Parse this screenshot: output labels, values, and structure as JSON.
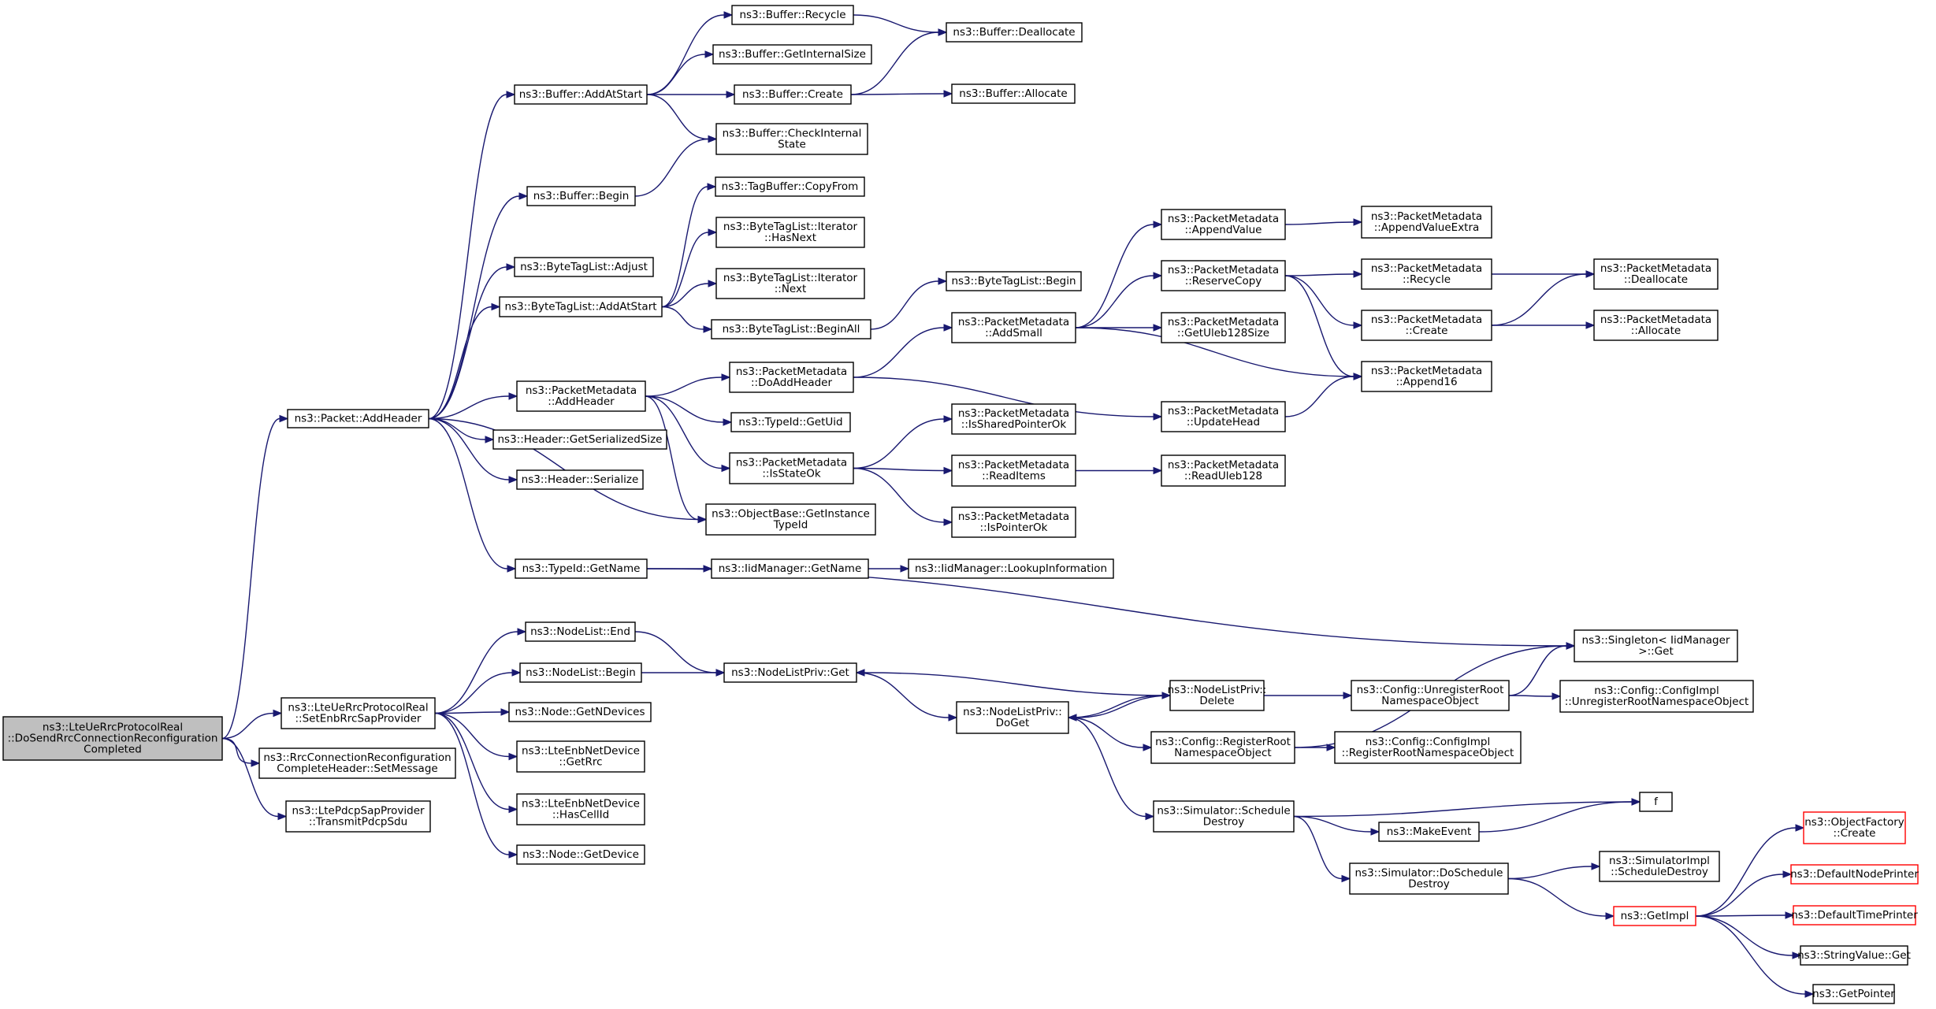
{
  "diagram": {
    "type": "call-graph",
    "colors": {
      "edge": "#191970",
      "root_fill": "#bfbfbf",
      "node_border": "#000000",
      "truncated_border": "#ff0000"
    },
    "nodes": [
      {
        "id": "root",
        "lines": [
          "ns3::LteUeRrcProtocolReal",
          "::DoSendRrcConnectionReconfiguration",
          "Completed"
        ],
        "root": true
      },
      {
        "id": "pkt_addheader",
        "lines": [
          "ns3::Packet::AddHeader"
        ]
      },
      {
        "id": "set_enb",
        "lines": [
          "ns3::LteUeRrcProtocolReal",
          "::SetEnbRrcSapProvider"
        ]
      },
      {
        "id": "rrc_setmsg",
        "lines": [
          "ns3::RrcConnectionReconfiguration",
          "CompleteHeader::SetMessage"
        ]
      },
      {
        "id": "pdcp_transmit",
        "lines": [
          "ns3::LtePdcpSapProvider",
          "::TransmitPdcpSdu"
        ]
      },
      {
        "id": "buf_addatstart",
        "lines": [
          "ns3::Buffer::AddAtStart"
        ]
      },
      {
        "id": "buf_begin",
        "lines": [
          "ns3::Buffer::Begin"
        ]
      },
      {
        "id": "btl_adjust",
        "lines": [
          "ns3::ByteTagList::Adjust"
        ]
      },
      {
        "id": "btl_addatstart",
        "lines": [
          "ns3::ByteTagList::AddAtStart"
        ]
      },
      {
        "id": "pm_addheader",
        "lines": [
          "ns3::PacketMetadata",
          "::AddHeader"
        ]
      },
      {
        "id": "hdr_getsize",
        "lines": [
          "ns3::Header::GetSerializedSize"
        ]
      },
      {
        "id": "hdr_serialize",
        "lines": [
          "ns3::Header::Serialize"
        ]
      },
      {
        "id": "ob_gettypeid",
        "lines": [
          "ns3::ObjectBase::GetInstance",
          "TypeId"
        ]
      },
      {
        "id": "typeid_getname",
        "lines": [
          "ns3::TypeId::GetName"
        ]
      },
      {
        "id": "buf_recycle",
        "lines": [
          "ns3::Buffer::Recycle"
        ]
      },
      {
        "id": "buf_getinternalsize",
        "lines": [
          "ns3::Buffer::GetInternalSize"
        ]
      },
      {
        "id": "buf_create",
        "lines": [
          "ns3::Buffer::Create"
        ]
      },
      {
        "id": "buf_checkinternal",
        "lines": [
          "ns3::Buffer::CheckInternal",
          "State"
        ]
      },
      {
        "id": "buf_deallocate",
        "lines": [
          "ns3::Buffer::Deallocate"
        ]
      },
      {
        "id": "buf_allocate",
        "lines": [
          "ns3::Buffer::Allocate"
        ]
      },
      {
        "id": "tagbuf_copyfrom",
        "lines": [
          "ns3::TagBuffer::CopyFrom"
        ]
      },
      {
        "id": "btl_it_hasnext",
        "lines": [
          "ns3::ByteTagList::Iterator",
          "::HasNext"
        ]
      },
      {
        "id": "btl_it_next",
        "lines": [
          "ns3::ByteTagList::Iterator",
          "::Next"
        ]
      },
      {
        "id": "btl_beginall",
        "lines": [
          "ns3::ByteTagList::BeginAll"
        ]
      },
      {
        "id": "btl_begin",
        "lines": [
          "ns3::ByteTagList::Begin"
        ]
      },
      {
        "id": "pm_doaddheader",
        "lines": [
          "ns3::PacketMetadata",
          "::DoAddHeader"
        ]
      },
      {
        "id": "typeid_getuid",
        "lines": [
          "ns3::TypeId::GetUid"
        ]
      },
      {
        "id": "pm_isstateok",
        "lines": [
          "ns3::PacketMetadata",
          "::IsStateOk"
        ]
      },
      {
        "id": "pm_addsmall",
        "lines": [
          "ns3::PacketMetadata",
          "::AddSmall"
        ]
      },
      {
        "id": "pm_updatehead",
        "lines": [
          "ns3::PacketMetadata",
          "::UpdateHead"
        ]
      },
      {
        "id": "pm_appendvalue",
        "lines": [
          "ns3::PacketMetadata",
          "::AppendValue"
        ]
      },
      {
        "id": "pm_reservecopy",
        "lines": [
          "ns3::PacketMetadata",
          "::ReserveCopy"
        ]
      },
      {
        "id": "pm_getuleb128size",
        "lines": [
          "ns3::PacketMetadata",
          "::GetUleb128Size"
        ]
      },
      {
        "id": "pm_appendvalueextra",
        "lines": [
          "ns3::PacketMetadata",
          "::AppendValueExtra"
        ]
      },
      {
        "id": "pm_recycle",
        "lines": [
          "ns3::PacketMetadata",
          "::Recycle"
        ]
      },
      {
        "id": "pm_create",
        "lines": [
          "ns3::PacketMetadata",
          "::Create"
        ]
      },
      {
        "id": "pm_append16",
        "lines": [
          "ns3::PacketMetadata",
          "::Append16"
        ]
      },
      {
        "id": "pm_deallocate",
        "lines": [
          "ns3::PacketMetadata",
          "::Deallocate"
        ]
      },
      {
        "id": "pm_allocate",
        "lines": [
          "ns3::PacketMetadata",
          "::Allocate"
        ]
      },
      {
        "id": "pm_issharedpointerok",
        "lines": [
          "ns3::PacketMetadata",
          "::IsSharedPointerOk"
        ]
      },
      {
        "id": "pm_readitems",
        "lines": [
          "ns3::PacketMetadata",
          "::ReadItems"
        ]
      },
      {
        "id": "pm_ispointerok",
        "lines": [
          "ns3::PacketMetadata",
          "::IsPointerOk"
        ]
      },
      {
        "id": "pm_readuleb128",
        "lines": [
          "ns3::PacketMetadata",
          "::ReadUleb128"
        ]
      },
      {
        "id": "iid_getname",
        "lines": [
          "ns3::IidManager::GetName"
        ]
      },
      {
        "id": "iid_lookup",
        "lines": [
          "ns3::IidManager::LookupInformation"
        ]
      },
      {
        "id": "singleton_get",
        "lines": [
          "ns3::Singleton< IidManager",
          " >::Get"
        ]
      },
      {
        "id": "nodelist_end",
        "lines": [
          "ns3::NodeList::End"
        ]
      },
      {
        "id": "nodelist_begin",
        "lines": [
          "ns3::NodeList::Begin"
        ]
      },
      {
        "id": "node_getndevices",
        "lines": [
          "ns3::Node::GetNDevices"
        ]
      },
      {
        "id": "enbnet_getrrc",
        "lines": [
          "ns3::LteEnbNetDevice",
          "::GetRrc"
        ]
      },
      {
        "id": "enbnet_hascellid",
        "lines": [
          "ns3::LteEnbNetDevice",
          "::HasCellId"
        ]
      },
      {
        "id": "node_getdevice",
        "lines": [
          "ns3::Node::GetDevice"
        ]
      },
      {
        "id": "nlp_get",
        "lines": [
          "ns3::NodeListPriv::Get"
        ]
      },
      {
        "id": "nlp_doget",
        "lines": [
          "ns3::NodeListPriv::",
          "DoGet"
        ]
      },
      {
        "id": "nlp_delete",
        "lines": [
          "ns3::NodeListPriv::",
          "Delete"
        ]
      },
      {
        "id": "cfg_registerroot",
        "lines": [
          "ns3::Config::RegisterRoot",
          "NamespaceObject"
        ]
      },
      {
        "id": "cfg_unregisterroot",
        "lines": [
          "ns3::Config::UnregisterRoot",
          "NamespaceObject"
        ]
      },
      {
        "id": "cfgimpl_unregister",
        "lines": [
          "ns3::Config::ConfigImpl",
          "::UnregisterRootNamespaceObject"
        ]
      },
      {
        "id": "cfgimpl_register",
        "lines": [
          "ns3::Config::ConfigImpl",
          "::RegisterRootNamespaceObject"
        ]
      },
      {
        "id": "sim_scheduledestroy",
        "lines": [
          "ns3::Simulator::Schedule",
          "Destroy"
        ]
      },
      {
        "id": "makeevent",
        "lines": [
          "ns3::MakeEvent"
        ]
      },
      {
        "id": "f",
        "lines": [
          "f"
        ]
      },
      {
        "id": "sim_doscheduledestroy",
        "lines": [
          "ns3::Simulator::DoSchedule",
          "Destroy"
        ]
      },
      {
        "id": "simimpl_scheduledestroy",
        "lines": [
          "ns3::SimulatorImpl",
          "::ScheduleDestroy"
        ]
      },
      {
        "id": "getimpl",
        "lines": [
          "ns3::GetImpl"
        ],
        "truncated": true
      },
      {
        "id": "objfactory_create",
        "lines": [
          "ns3::ObjectFactory",
          "::Create"
        ],
        "truncated": true
      },
      {
        "id": "defaultnodeprinter",
        "lines": [
          "ns3::DefaultNodePrinter"
        ],
        "truncated": true
      },
      {
        "id": "defaulttimeprinter",
        "lines": [
          "ns3::DefaultTimePrinter"
        ],
        "truncated": true
      },
      {
        "id": "stringvalue_get",
        "lines": [
          "ns3::StringValue::Get"
        ]
      },
      {
        "id": "getpointer",
        "lines": [
          "ns3::GetPointer"
        ]
      }
    ],
    "edges": [
      [
        "root",
        "pkt_addheader"
      ],
      [
        "root",
        "set_enb"
      ],
      [
        "root",
        "rrc_setmsg"
      ],
      [
        "root",
        "pdcp_transmit"
      ],
      [
        "pkt_addheader",
        "buf_addatstart"
      ],
      [
        "pkt_addheader",
        "buf_begin"
      ],
      [
        "pkt_addheader",
        "btl_adjust"
      ],
      [
        "pkt_addheader",
        "btl_addatstart"
      ],
      [
        "pkt_addheader",
        "pm_addheader"
      ],
      [
        "pkt_addheader",
        "hdr_getsize"
      ],
      [
        "pkt_addheader",
        "hdr_serialize"
      ],
      [
        "pkt_addheader",
        "ob_gettypeid"
      ],
      [
        "pkt_addheader",
        "typeid_getname"
      ],
      [
        "buf_addatstart",
        "buf_recycle"
      ],
      [
        "buf_addatstart",
        "buf_getinternalsize"
      ],
      [
        "buf_addatstart",
        "buf_create"
      ],
      [
        "buf_addatstart",
        "buf_checkinternal"
      ],
      [
        "buf_recycle",
        "buf_deallocate"
      ],
      [
        "buf_create",
        "buf_deallocate"
      ],
      [
        "buf_create",
        "buf_allocate"
      ],
      [
        "buf_begin",
        "buf_checkinternal"
      ],
      [
        "btl_addatstart",
        "tagbuf_copyfrom"
      ],
      [
        "btl_addatstart",
        "btl_it_hasnext"
      ],
      [
        "btl_addatstart",
        "btl_it_next"
      ],
      [
        "btl_addatstart",
        "btl_beginall"
      ],
      [
        "btl_beginall",
        "btl_begin"
      ],
      [
        "pm_addheader",
        "pm_doaddheader"
      ],
      [
        "pm_addheader",
        "typeid_getuid"
      ],
      [
        "pm_addheader",
        "pm_isstateok"
      ],
      [
        "pm_addheader",
        "ob_gettypeid"
      ],
      [
        "pm_doaddheader",
        "pm_addsmall"
      ],
      [
        "pm_doaddheader",
        "pm_updatehead"
      ],
      [
        "pm_addsmall",
        "pm_appendvalue"
      ],
      [
        "pm_addsmall",
        "pm_reservecopy"
      ],
      [
        "pm_addsmall",
        "pm_getuleb128size"
      ],
      [
        "pm_addsmall",
        "pm_append16"
      ],
      [
        "pm_appendvalue",
        "pm_appendvalueextra"
      ],
      [
        "pm_reservecopy",
        "pm_recycle"
      ],
      [
        "pm_reservecopy",
        "pm_create"
      ],
      [
        "pm_reservecopy",
        "pm_append16"
      ],
      [
        "pm_recycle",
        "pm_deallocate"
      ],
      [
        "pm_create",
        "pm_deallocate"
      ],
      [
        "pm_create",
        "pm_allocate"
      ],
      [
        "pm_updatehead",
        "pm_append16"
      ],
      [
        "pm_isstateok",
        "pm_issharedpointerok"
      ],
      [
        "pm_isstateok",
        "pm_readitems"
      ],
      [
        "pm_isstateok",
        "pm_ispointerok"
      ],
      [
        "pm_readitems",
        "pm_readuleb128"
      ],
      [
        "typeid_getname",
        "iid_getname"
      ],
      [
        "typeid_getname",
        "singleton_get"
      ],
      [
        "iid_getname",
        "iid_lookup"
      ],
      [
        "set_enb",
        "nodelist_end"
      ],
      [
        "set_enb",
        "nodelist_begin"
      ],
      [
        "set_enb",
        "node_getndevices"
      ],
      [
        "set_enb",
        "enbnet_getrrc"
      ],
      [
        "set_enb",
        "enbnet_hascellid"
      ],
      [
        "set_enb",
        "node_getdevice"
      ],
      [
        "nodelist_end",
        "nlp_get"
      ],
      [
        "nodelist_begin",
        "nlp_get"
      ],
      [
        "nlp_get",
        "nlp_doget"
      ],
      [
        "nlp_doget",
        "nlp_delete"
      ],
      [
        "nlp_doget",
        "cfg_registerroot"
      ],
      [
        "nlp_doget",
        "sim_scheduledestroy"
      ],
      [
        "nlp_delete",
        "nlp_get"
      ],
      [
        "nlp_delete",
        "nlp_doget"
      ],
      [
        "nlp_delete",
        "cfg_unregisterroot"
      ],
      [
        "cfg_registerroot",
        "singleton_get"
      ],
      [
        "cfg_registerroot",
        "cfgimpl_register"
      ],
      [
        "cfg_unregisterroot",
        "singleton_get"
      ],
      [
        "cfg_unregisterroot",
        "cfgimpl_unregister"
      ],
      [
        "sim_scheduledestroy",
        "makeevent"
      ],
      [
        "sim_scheduledestroy",
        "f"
      ],
      [
        "sim_scheduledestroy",
        "sim_doscheduledestroy"
      ],
      [
        "makeevent",
        "f"
      ],
      [
        "sim_doscheduledestroy",
        "simimpl_scheduledestroy"
      ],
      [
        "sim_doscheduledestroy",
        "getimpl"
      ],
      [
        "getimpl",
        "objfactory_create"
      ],
      [
        "getimpl",
        "defaultnodeprinter"
      ],
      [
        "getimpl",
        "defaulttimeprinter"
      ],
      [
        "getimpl",
        "stringvalue_get"
      ],
      [
        "getimpl",
        "getpointer"
      ]
    ]
  }
}
